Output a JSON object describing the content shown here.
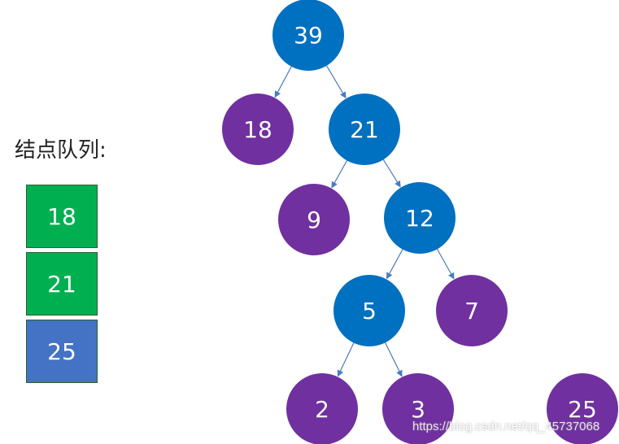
{
  "queue": {
    "label": "结点队列:",
    "items": [
      {
        "value": "18",
        "color": "#00b050"
      },
      {
        "value": "21",
        "color": "#00b050"
      },
      {
        "value": "25",
        "color": "#4472c4"
      }
    ]
  },
  "colors": {
    "blue_node": "#0070c0",
    "purple_node": "#7030a0",
    "edge": "#4a7cc0",
    "node_text": "#ffffff"
  },
  "tree": {
    "nodes": [
      {
        "id": "n39",
        "label": "39",
        "kind": "blue"
      },
      {
        "id": "n18",
        "label": "18",
        "kind": "purple"
      },
      {
        "id": "n21",
        "label": "21",
        "kind": "blue"
      },
      {
        "id": "n9",
        "label": "9",
        "kind": "purple"
      },
      {
        "id": "n12",
        "label": "12",
        "kind": "blue"
      },
      {
        "id": "n5",
        "label": "5",
        "kind": "blue"
      },
      {
        "id": "n7",
        "label": "7",
        "kind": "purple"
      },
      {
        "id": "n2",
        "label": "2",
        "kind": "purple"
      },
      {
        "id": "n3",
        "label": "3",
        "kind": "purple"
      },
      {
        "id": "n25",
        "label": "25",
        "kind": "purple"
      }
    ],
    "edges": [
      {
        "from": "n39",
        "to": "n18"
      },
      {
        "from": "n39",
        "to": "n21"
      },
      {
        "from": "n21",
        "to": "n9"
      },
      {
        "from": "n21",
        "to": "n12"
      },
      {
        "from": "n12",
        "to": "n5"
      },
      {
        "from": "n12",
        "to": "n7"
      },
      {
        "from": "n5",
        "to": "n2"
      },
      {
        "from": "n5",
        "to": "n3"
      }
    ]
  },
  "watermark": "https://blog.csdn.net/qq_45737068"
}
